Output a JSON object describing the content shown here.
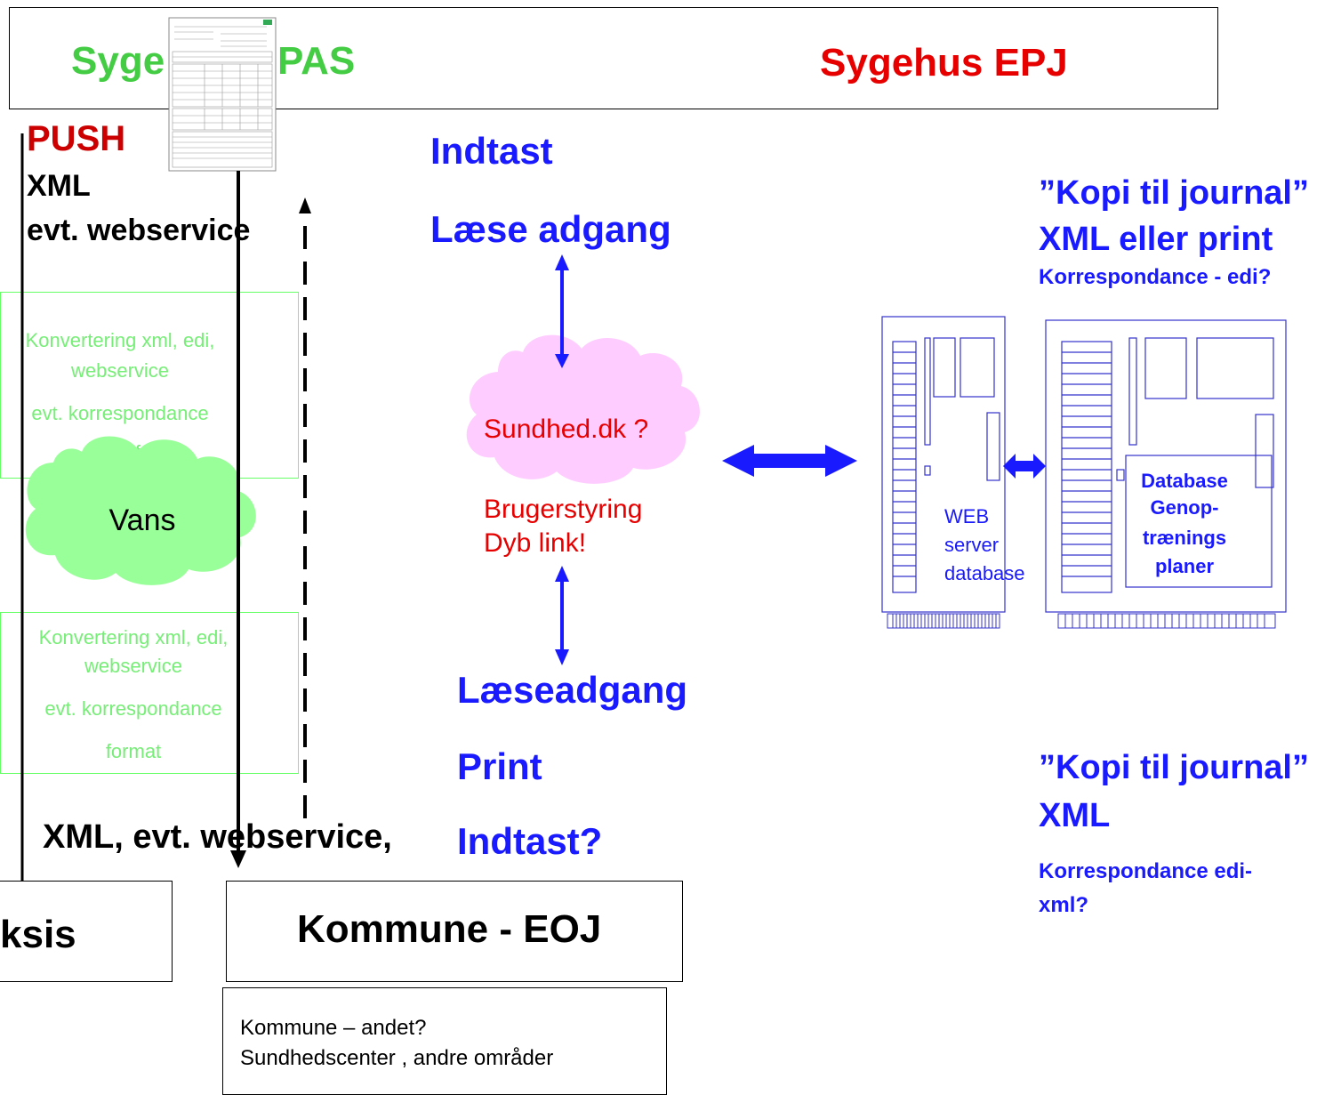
{
  "top_box": {
    "left_title": "Sygehus PAS",
    "left_title_visible_start": "Syge",
    "left_title_visible_end": "PAS",
    "right_title": "Sygehus EPJ"
  },
  "left_labels": {
    "push": "PUSH",
    "xml": "XML",
    "webservice": "evt. webservice"
  },
  "conversion_top": {
    "line1": "Konvertering  xml, edi,",
    "line2": "webservice",
    "line3": "evt. korrespondance",
    "line4": "f"
  },
  "cloud_vans": "Vans",
  "conversion_bottom": {
    "line1": "Konvertering  xml, edi,",
    "line2": "webservice",
    "line3": "evt. korrespondance",
    "line4": "format"
  },
  "bottom_arrow_label": "XML, evt.  webservice,",
  "middle_column": {
    "indtast": "Indtast",
    "laese_adgang": "Læse adgang",
    "laeseadgang": "Læseadgang",
    "print": "Print",
    "indtast_q": "Indtast?"
  },
  "cloud_sundhed": {
    "title": "Sundhed.dk ?",
    "line1": "Brugerstyring",
    "line2": "Dyb link!"
  },
  "right_top": {
    "line1": "”Kopi til journal”",
    "line2": "XML eller print",
    "line3": "Korrespondance - edi?"
  },
  "right_bottom": {
    "line1": "”Kopi til journal”",
    "line2": "XML",
    "line3": "Korrespondance edi-",
    "line4": "xml?"
  },
  "server_small": {
    "line1": "WEB",
    "line2": "server",
    "line3": "database"
  },
  "server_large": {
    "line1": "Database",
    "line2": "Genop-",
    "line3": "trænings",
    "line4": "planer"
  },
  "bottom_boxes": {
    "praksis": "ksis",
    "kommune": "Kommune - EOJ",
    "kommune_andet_line1": "Kommune – andet?",
    "kommune_andet_line2": "Sundhedscenter , andre områder"
  },
  "colors": {
    "blue": "#1a1aff",
    "green": "#44cc44",
    "red": "#e60000",
    "pale_green": "#66ff66",
    "cloud_pink": "#ffccff",
    "cloud_green": "#99ff99",
    "server_line": "#3333cc"
  }
}
